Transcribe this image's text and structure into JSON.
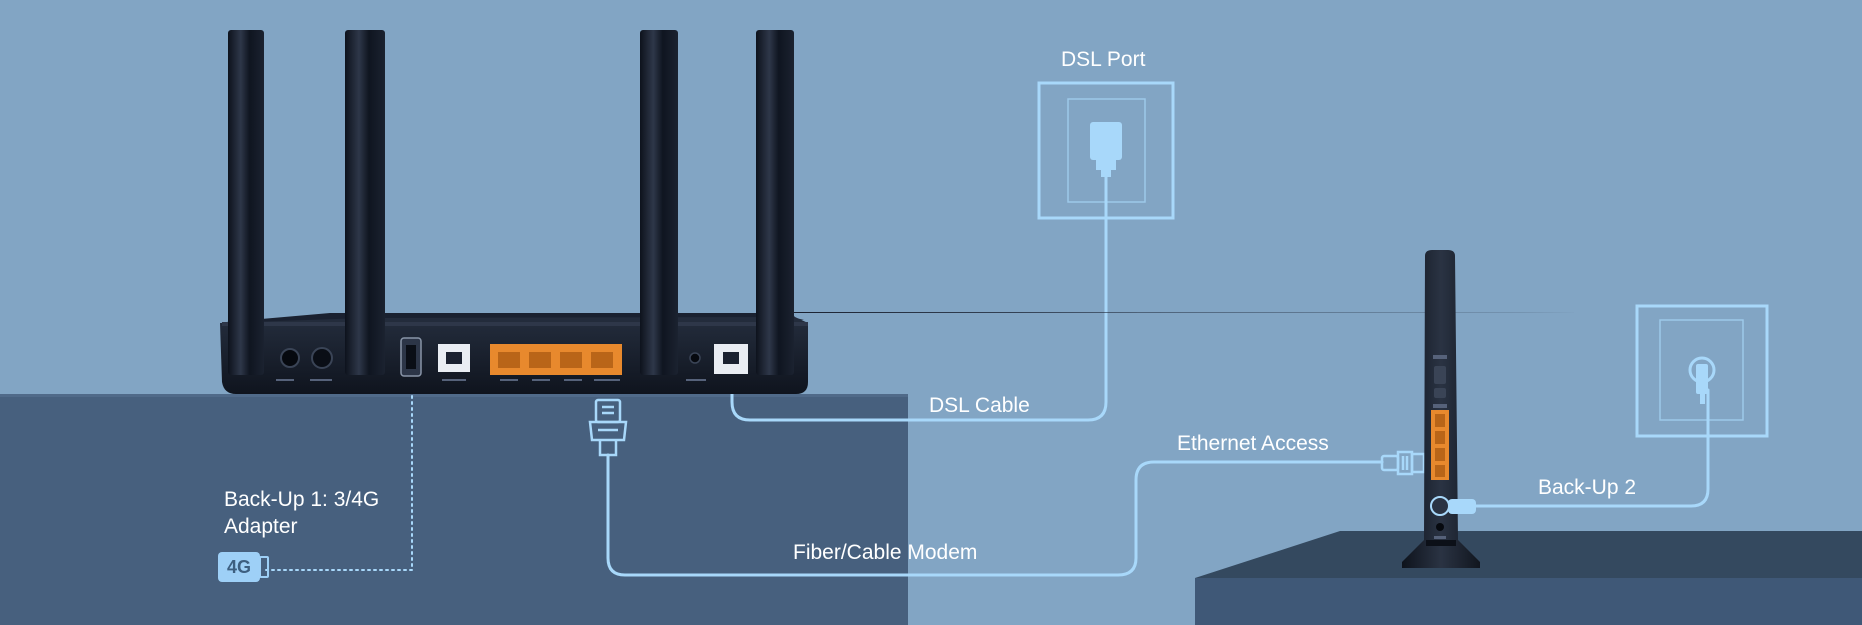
{
  "labels": {
    "dsl_port": "DSL Port",
    "dsl_cable": "DSL Cable",
    "ethernet_access": "Ethernet Access",
    "backup1_line1": "Back-Up 1: 3/4G",
    "backup1_line2": "Adapter",
    "fiber_cable_modem": "Fiber/Cable Modem",
    "backup2": "Back-Up 2",
    "adapter_badge": "4G"
  },
  "colors": {
    "background": "#82a5c4",
    "left_platform": "#47607e",
    "right_platform": "#3f5877",
    "cable": "#a8d8fa",
    "router_body": "#141b28",
    "lan_ports": "#e8892d"
  },
  "icons": [
    "wall-socket-icon",
    "dsl-plug-icon",
    "power-plug-icon",
    "ethernet-plug-icon",
    "usb-4g-adapter-icon",
    "router-icon",
    "modem-icon"
  ]
}
